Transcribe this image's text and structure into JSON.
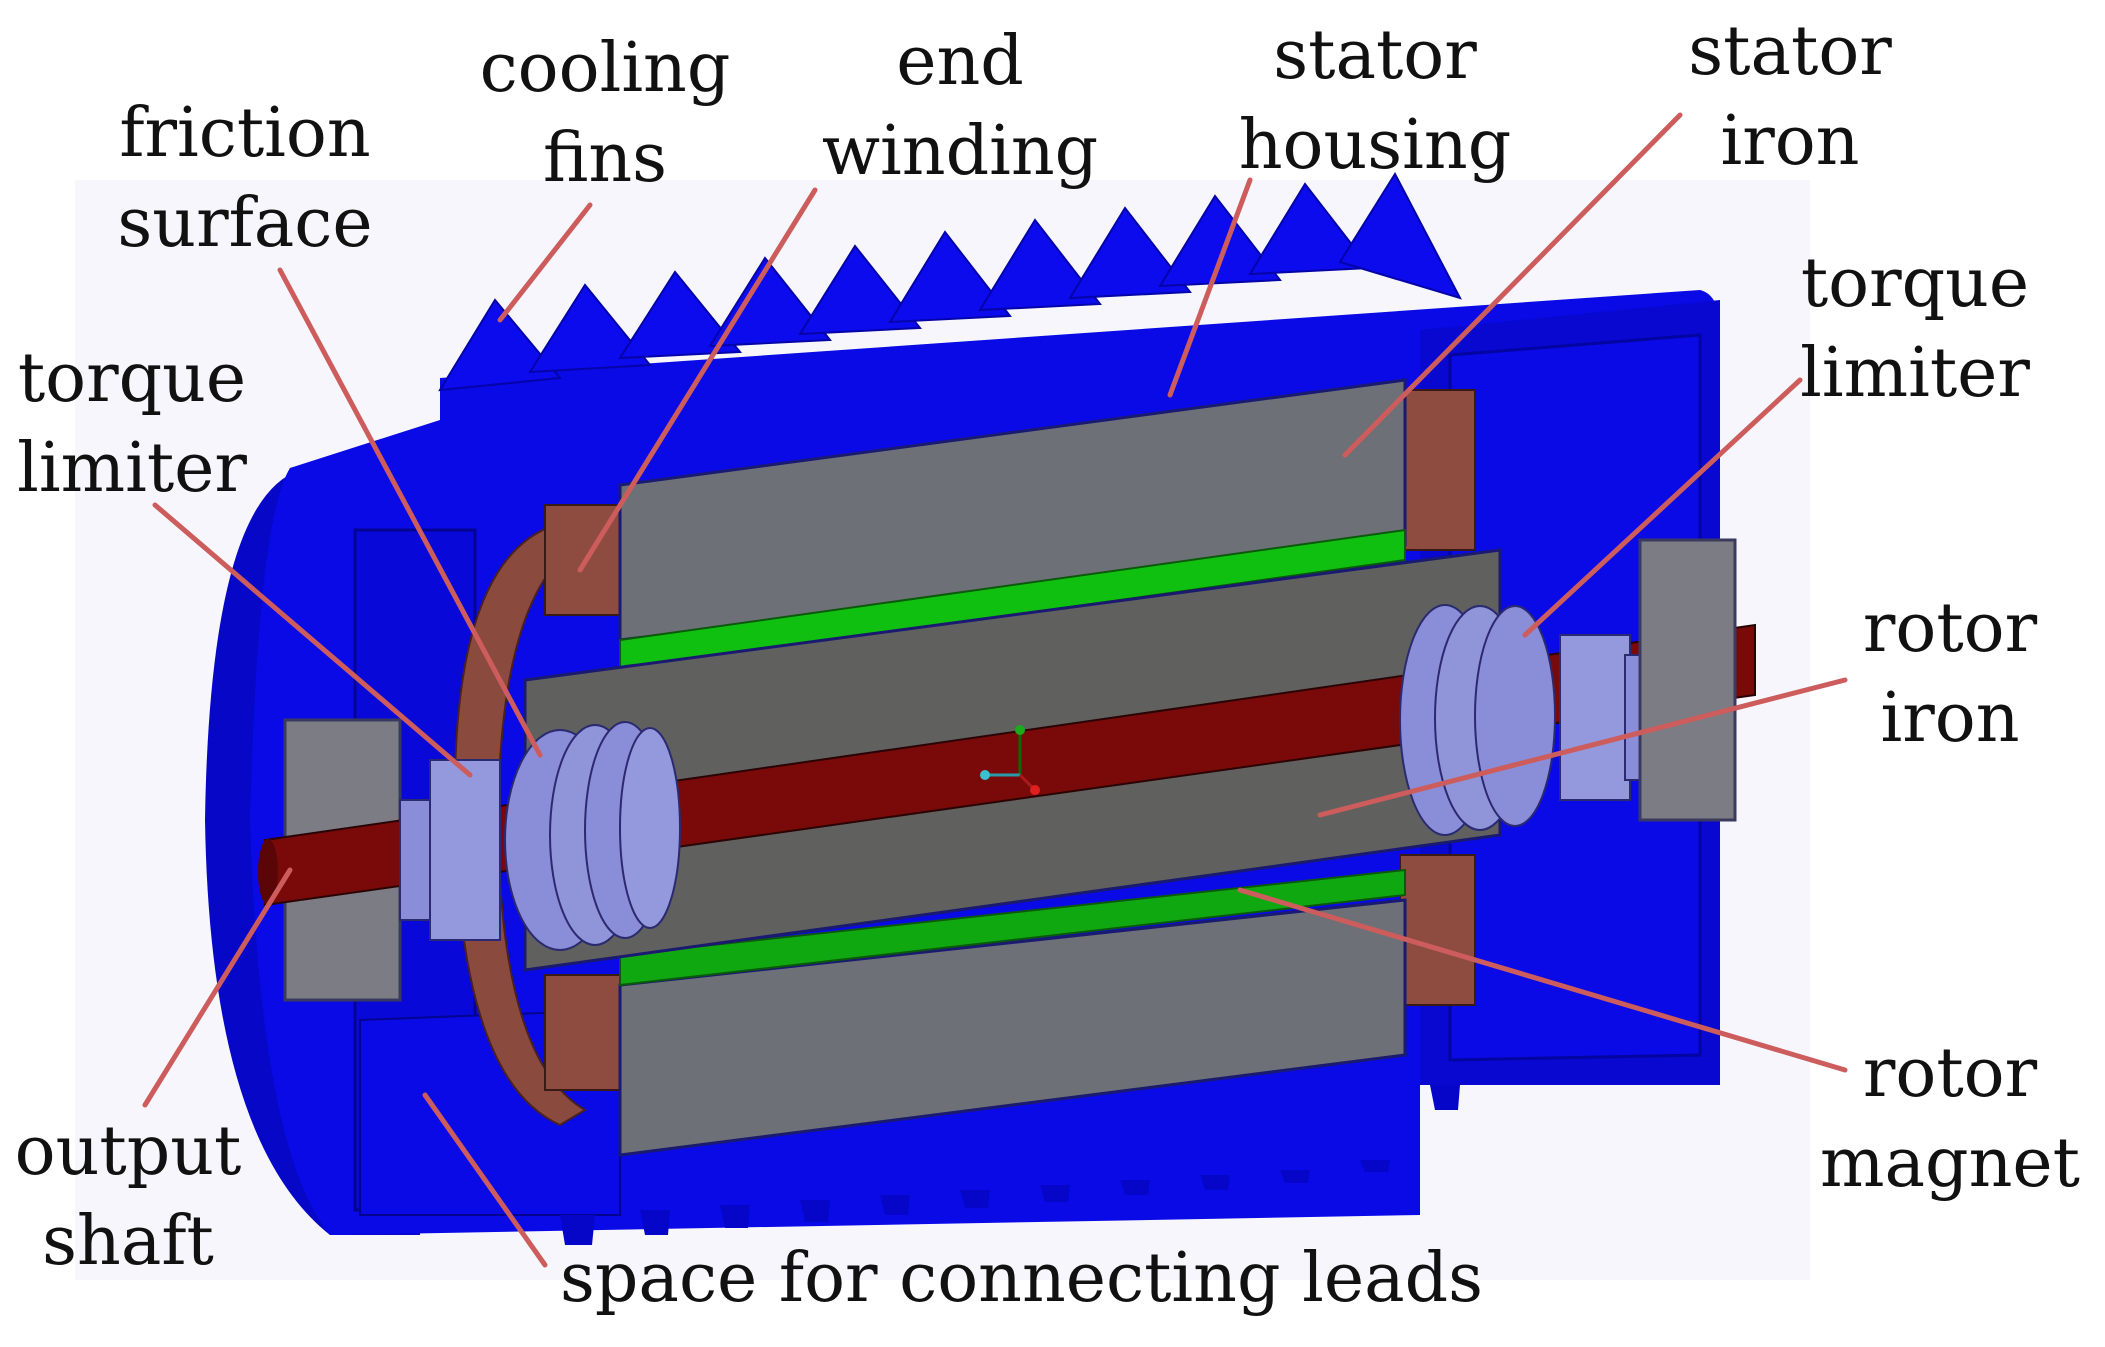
{
  "labels": {
    "cooling_fins": [
      "cooling",
      "fins"
    ],
    "end_winding": [
      "end",
      "winding"
    ],
    "stator_housing": [
      "stator",
      "housing"
    ],
    "stator_iron": [
      "stator",
      "iron"
    ],
    "friction_surface": [
      "friction",
      "surface"
    ],
    "torque_limiter_left": [
      "torque",
      "limiter"
    ],
    "torque_limiter_right": [
      "torque",
      "limiter"
    ],
    "rotor_iron": [
      "rotor",
      "iron"
    ],
    "rotor_magnet": [
      "rotor",
      "magnet"
    ],
    "output_shaft": [
      "output",
      "shaft"
    ],
    "leads_space": "space for connecting leads"
  },
  "colors": {
    "housing": "#0a0ae6",
    "housing_dark": "#0606b0",
    "stator_iron": "#6e7078",
    "rotor_iron": "#60605e",
    "shaft": "#7a0a0a",
    "magnet": "#0cbb0c",
    "winding": "#8a4a3e",
    "limiter": "#8a8ed8",
    "leader": "#cd5c5c",
    "background_panel": "#f6f6fc"
  }
}
